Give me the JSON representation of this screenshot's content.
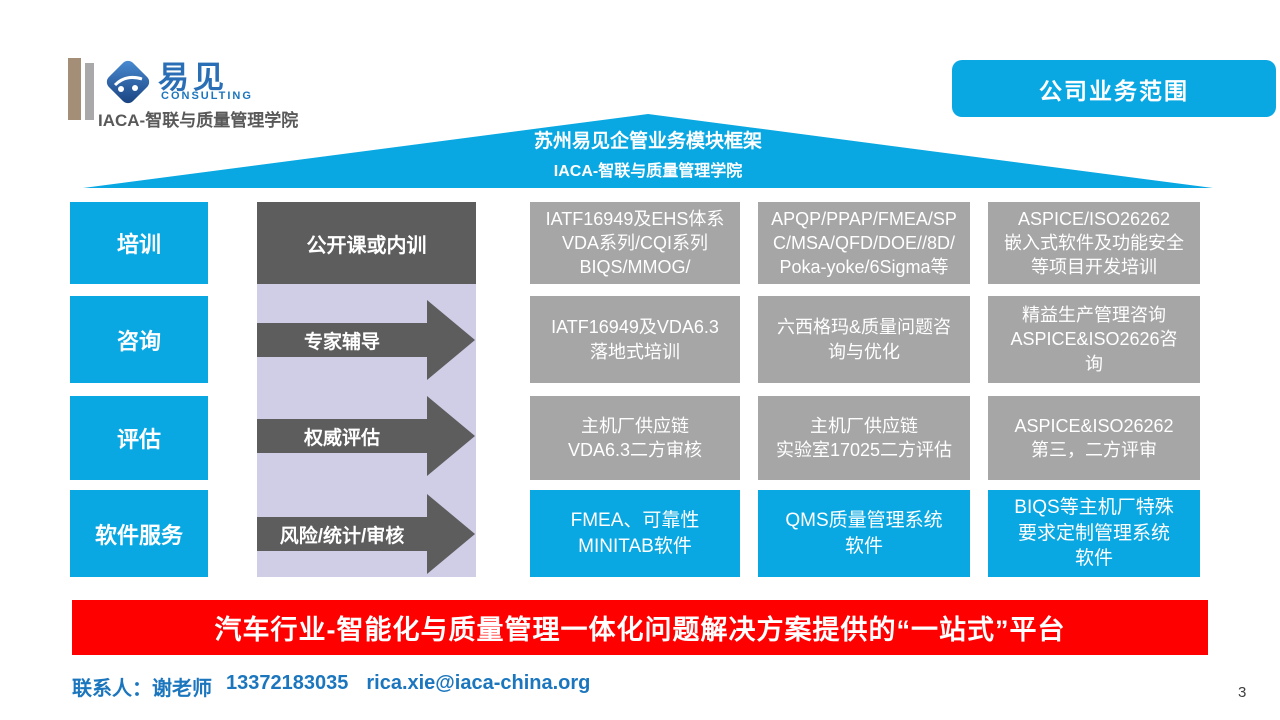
{
  "slide": {
    "page_number": "3"
  },
  "header": {
    "logo": {
      "brand": "易见",
      "brand_sub": "CONSULTING",
      "icon": "car-diamond-logo-icon"
    },
    "org_name": "IACA-智联与质量管理学院",
    "badge_label": "公司业务范围"
  },
  "roof": {
    "title": "苏州易见企管业务模块框架",
    "subtitle": "IACA-智联与质量管理学院"
  },
  "matrix": {
    "rows": [
      {
        "category": "培训",
        "channel": "公开课或内训",
        "items": [
          [
            "IATF16949及EHS体系",
            "VDA系列/CQI系列",
            "BIQS/MMOG/"
          ],
          [
            "APQP/PPAP/FMEA/SP",
            "C/MSA/QFD/DOE//8D/",
            "Poka-yoke/6Sigma等"
          ],
          [
            "ASPICE/ISO26262",
            "嵌入式软件及功能安全",
            "等项目开发培训"
          ]
        ]
      },
      {
        "category": "咨询",
        "channel": "专家辅导",
        "items": [
          [
            "IATF16949及VDA6.3",
            "落地式培训"
          ],
          [
            "六西格玛&质量问题咨",
            "询与优化"
          ],
          [
            "精益生产管理咨询",
            "ASPICE&ISO2626咨",
            "询"
          ]
        ]
      },
      {
        "category": "评估",
        "channel": "权威评估",
        "items": [
          [
            "主机厂供应链",
            "VDA6.3二方审核"
          ],
          [
            "主机厂供应链",
            "实验室17025二方评估"
          ],
          [
            "ASPICE&ISO26262",
            "第三，二方评审"
          ]
        ]
      },
      {
        "category": "软件服务",
        "channel": "风险/统计/审核",
        "items": [
          [
            "FMEA、可靠性",
            "MINITAB软件"
          ],
          [
            "QMS质量管理系统",
            "软件"
          ],
          [
            "BIQS等主机厂特殊",
            "要求定制管理系统",
            "软件"
          ]
        ]
      }
    ]
  },
  "banner": {
    "text": "汽车行业-智能化与质量管理一体化问题解决方案提供的“一站式”平台"
  },
  "contact": {
    "label": "联系人：谢老师",
    "phone": "13372183035",
    "email": "rica.xie@iaca-china.org"
  },
  "colors": {
    "accent_blue": "#0AA8E2",
    "box_gray": "#A6A6A6",
    "dark_gray": "#5D5D5D",
    "lavender": "#CFCEE6",
    "banner_red": "#FE0000",
    "contact_blue": "#1B76BE",
    "logo_brown": "#A58E77",
    "logo_blue": "#2A6FB5"
  }
}
